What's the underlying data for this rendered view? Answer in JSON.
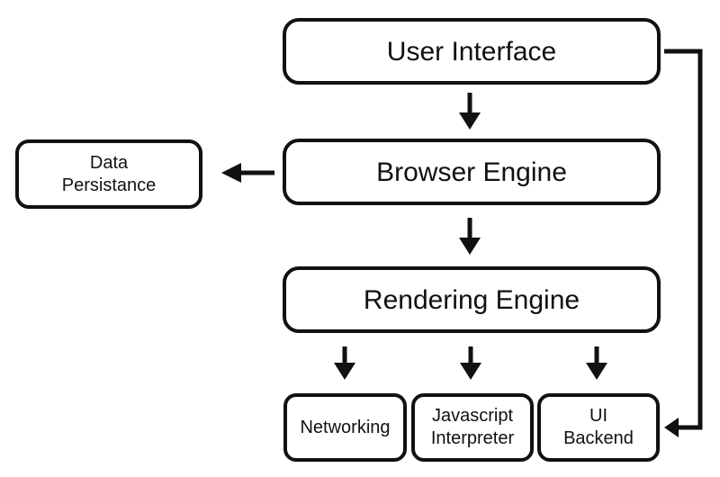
{
  "colors": {
    "background": "#ffffff",
    "stroke": "#111111",
    "text": "#111111"
  },
  "nodes": {
    "user_interface": {
      "label": "User Interface"
    },
    "browser_engine": {
      "label": "Browser Engine"
    },
    "rendering_engine": {
      "label": "Rendering Engine"
    },
    "data_persistance": {
      "label": [
        "Data",
        "Persistance"
      ]
    },
    "networking": {
      "label": "Networking"
    },
    "javascript_interpreter": {
      "label": [
        "Javascript",
        "Interpreter"
      ]
    },
    "ui_backend": {
      "label": [
        "UI",
        "Backend"
      ]
    }
  },
  "edges": [
    {
      "from": "User Interface",
      "to": "Browser Engine"
    },
    {
      "from": "Browser Engine",
      "to": "Data Persistance"
    },
    {
      "from": "Browser Engine",
      "to": "Rendering Engine"
    },
    {
      "from": "Rendering Engine",
      "to": "Networking"
    },
    {
      "from": "Rendering Engine",
      "to": "Javascript Interpreter"
    },
    {
      "from": "Rendering Engine",
      "to": "UI Backend"
    },
    {
      "from": "User Interface",
      "to": "UI Backend"
    }
  ]
}
